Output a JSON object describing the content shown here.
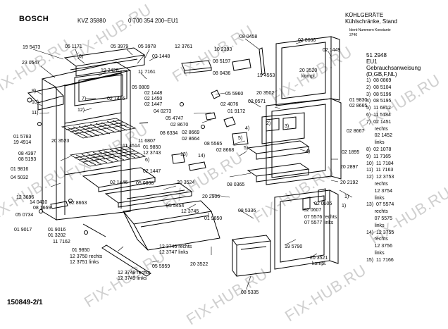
{
  "header": {
    "brand": "BOSCH",
    "model": "KVZ 35880",
    "part_no": "0 700 354 200–EU1",
    "category": "KÜHLGERÄTE",
    "subcategory": "Kühlschränke, Stand",
    "ident_label": "Ident-Nummern Konstante",
    "ident_value": "3740"
  },
  "doc_number": "150849-2/1",
  "watermark": "FIX-HUB.RU",
  "labels": {
    "l19473": "19 5473",
    "l051171": "05 1171",
    "l053979": "05 3979",
    "l053978": "05 3978",
    "l123761": "12 3761",
    "l102393": "10 2393",
    "l080458": "08 0458",
    "l028666": "02 8666",
    "l021449": "02 1449",
    "l8": "8)",
    "l021448a": "02 1448",
    "l230547": "23 0547",
    "l192426": "19 2426",
    "l117161": "11 7161",
    "l085197": "08 5197",
    "l080436": "08 0436",
    "l194553": "19 4553",
    "l203520": "20 3520",
    "l203520b": "kompl.",
    "l9": "9)",
    "l050809": "05 0809",
    "l021448b": "02 1448",
    "l021450": "02 1450",
    "l021446a": "02 1446",
    "l021447a": "02 1447",
    "l7": "7)",
    "l055960": "05 5960",
    "l203502": "20 3502",
    "l020571": "02 0571",
    "l019830": "01 9830",
    "l028665": "02 8665",
    "l10": "10)",
    "l11": "11)",
    "l12": "12)",
    "l040273": "04 0273",
    "l024076": "02 4076",
    "l019172": "01 9172",
    "l015783": "01 5783",
    "l194914": "19 4914",
    "l086334": "08 6334",
    "l054747": "05 4747",
    "l028670": "02 8670",
    "l028669": "02 8669",
    "l028664": "02 8664",
    "l085565": "08 5565",
    "l203523": "20 3523",
    "l114514": "11 4514",
    "l116807": "11 6807",
    "l019850a": "01 9850",
    "l028668": "02 8668",
    "l2": "2)",
    "l3": "3)",
    "l4": "4)",
    "l5": "5)",
    "l084397": "08 4397",
    "l085193": "08 5193",
    "l123743": "12 3743",
    "l13": "13)",
    "l14": "14)",
    "l6": "6)",
    "l028667": "02 8667",
    "l021895": "02 1895",
    "l019816": "01 9816",
    "l045032": "04 5032",
    "l021447b": "02 1447",
    "l021446b": "02 1446",
    "l050808": "05 0808",
    "l203524": "20 3524",
    "l080365": "08 0365",
    "l202897": "20 2897",
    "l202192": "20 2192",
    "l123696": "12 3696",
    "l140410": "14 0410",
    "l081669": "08 1669",
    "l028663": "02 8663",
    "l202906": "20 2906",
    "l020606": "02 0606",
    "l1": "1)",
    "l020607": "02 0607",
    "l050734": "05 0734",
    "l055454": "05 5454",
    "l123745": "12 3745",
    "l019850b": "01 9850",
    "l085336": "08 5336",
    "l075576": "07 5576 rechts",
    "l075577": "07 5577 links",
    "l019017": "01 9017",
    "l019016": "01 9016",
    "l013202": "01 3202",
    "l117162": "11 7162",
    "l019850c": "01 9850",
    "l123750": "12 3750 rechts",
    "l123751": "12 3751 links",
    "l123746": "12 3746 rechts",
    "l123747": "12 3747 links",
    "l195790": "19 5790",
    "l203521": "20 3521",
    "l203521b": "kompl.",
    "l123748": "12 3748 rechts",
    "l123749": "12 3749 links",
    "l055959": "05 5959",
    "l203522": "20 3522",
    "l085335": "08 5335"
  },
  "legend": [
    "51 2948",
    "EU1",
    "Gebrauchsanweisung",
    "(D,GB,F,NL)",
    "1)  08 0869",
    "2)  08 5104",
    "3)  08 5196",
    "4)  08 5195",
    "5)  11 6812",
    "6)  11 5184",
    "7)  02 1451",
    "      rechts",
    "      02 1452",
    "      links",
    "8)  02 1078",
    "9)  11 7165",
    "10)  11 7184",
    "11)  11 7163",
    "12)  12 3753",
    "      rechts",
    "      12 3754",
    "      links",
    "13)  07 5574",
    "      rechts",
    "      07 5575",
    "      links",
    "14)  12 3755",
    "      rechts",
    "      12 3756",
    "      links",
    "15)  11 7166"
  ]
}
